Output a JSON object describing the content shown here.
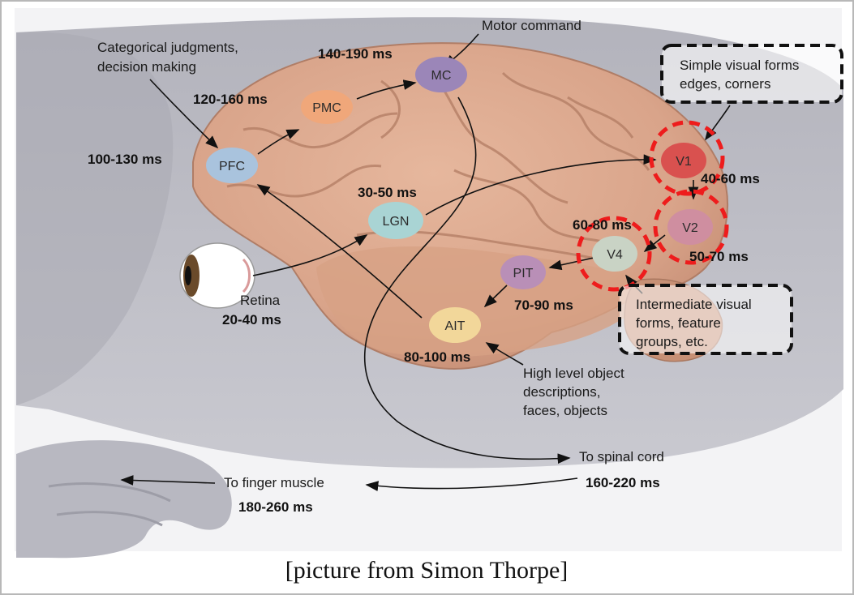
{
  "nodes": {
    "pfc": "PFC",
    "pmc": "PMC",
    "mc": "MC",
    "lgn": "LGN",
    "v1": "V1",
    "v2": "V2",
    "v4": "V4",
    "pit": "PIT",
    "ait": "AIT"
  },
  "timings": {
    "pfc": "100-130 ms",
    "pmc": "120-160 ms",
    "mc": "140-190 ms",
    "lgn": "30-50 ms",
    "v1": "40-60 ms",
    "v2": "50-70 ms",
    "v4": "60-80 ms",
    "pit": "70-90 ms",
    "ait": "80-100 ms",
    "retina": "20-40 ms",
    "spinal": "160-220 ms",
    "finger": "180-260 ms"
  },
  "labels": {
    "motor_command": "Motor command",
    "categorical_1": "Categorical judgments,",
    "categorical_2": "decision making",
    "simple_1": "Simple visual forms",
    "simple_2": "edges, corners",
    "retina": "Retina",
    "intermediate_1": "Intermediate visual",
    "intermediate_2": "forms, feature",
    "intermediate_3": "groups, etc.",
    "high_1": "High level object",
    "high_2": "descriptions,",
    "high_3": "faces, objects",
    "to_spinal": "To spinal cord",
    "to_finger": "To finger muscle"
  },
  "caption": "[picture from Simon Thorpe]",
  "colors": {
    "pfc": "#a9c3dd",
    "pmc": "#f0a77a",
    "mc": "#9b86b8",
    "lgn": "#a9d4d4",
    "v1": "#d9514f",
    "v2": "#cf8ea0",
    "v4": "#c9d3c5",
    "pit": "#b98fb7",
    "ait": "#f2d79a",
    "brain": "#d9a88e",
    "head": "#bbbbc3",
    "red_dash": "#ee1c1c"
  }
}
